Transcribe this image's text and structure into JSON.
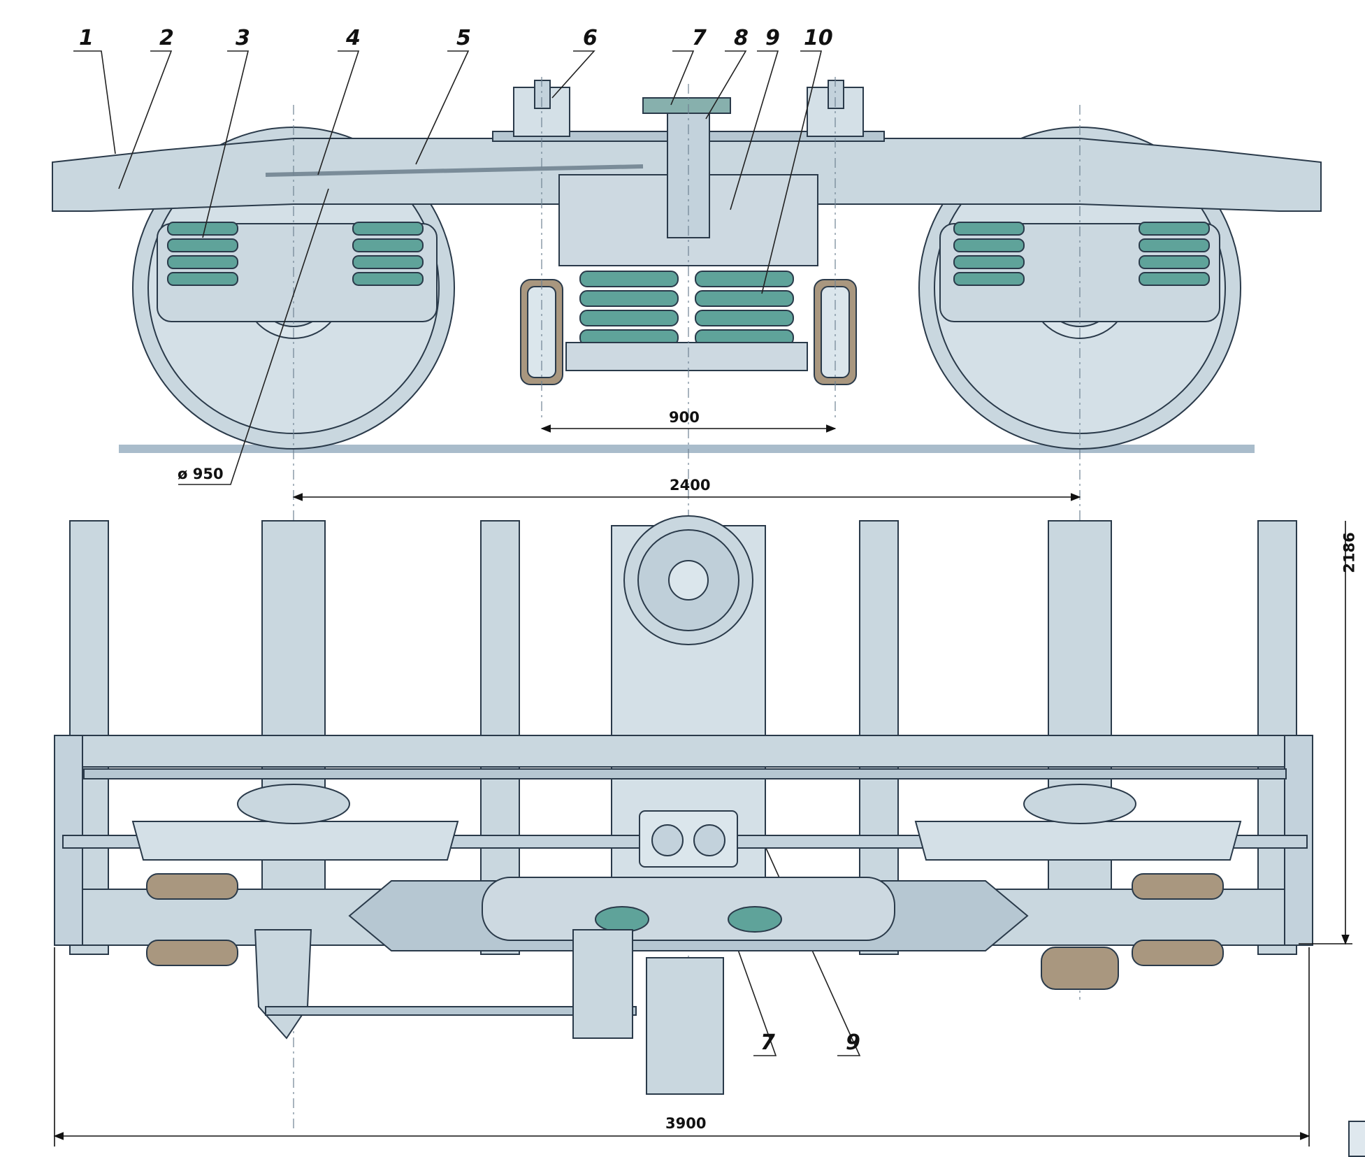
{
  "callouts": {
    "c1": "1",
    "c2": "2",
    "c3": "3",
    "c4": "4",
    "c5": "5",
    "c6": "6",
    "c7": "7",
    "c8": "8",
    "c9": "9",
    "c10": "10",
    "c7b": "7",
    "c9b": "9"
  },
  "dimensions": {
    "wheel_diameter": "ø 950",
    "spring_base": "900",
    "wheelbase": "2400",
    "overall_length": "3900",
    "overall_width": "2186"
  },
  "colors": {
    "frame_fill": "#c9d7df",
    "frame_light": "#dbe6ec",
    "spring_green": "#5fa39a",
    "outline": "#2a3a4a",
    "rail": "#a9bccb",
    "brown_link": "#a9977f"
  }
}
